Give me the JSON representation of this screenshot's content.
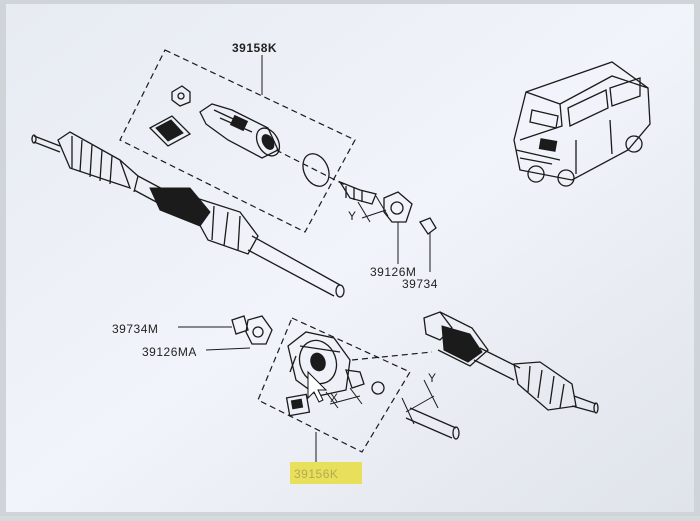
{
  "callouts": {
    "upper_kit": "39158K",
    "upper_yoke": "39126M",
    "upper_clip": "39734",
    "left_clip": "39734M",
    "left_yoke": "39126MA",
    "lower_kit": "39156K"
  },
  "dimension_marks": {
    "upper_y": "Y",
    "lower_x": "X",
    "lower_y": "Y"
  },
  "colors": {
    "background": "#d6dadd",
    "screen": "#eef2f8",
    "highlight": "#e8e05a",
    "ink": "#1b1b1b"
  }
}
